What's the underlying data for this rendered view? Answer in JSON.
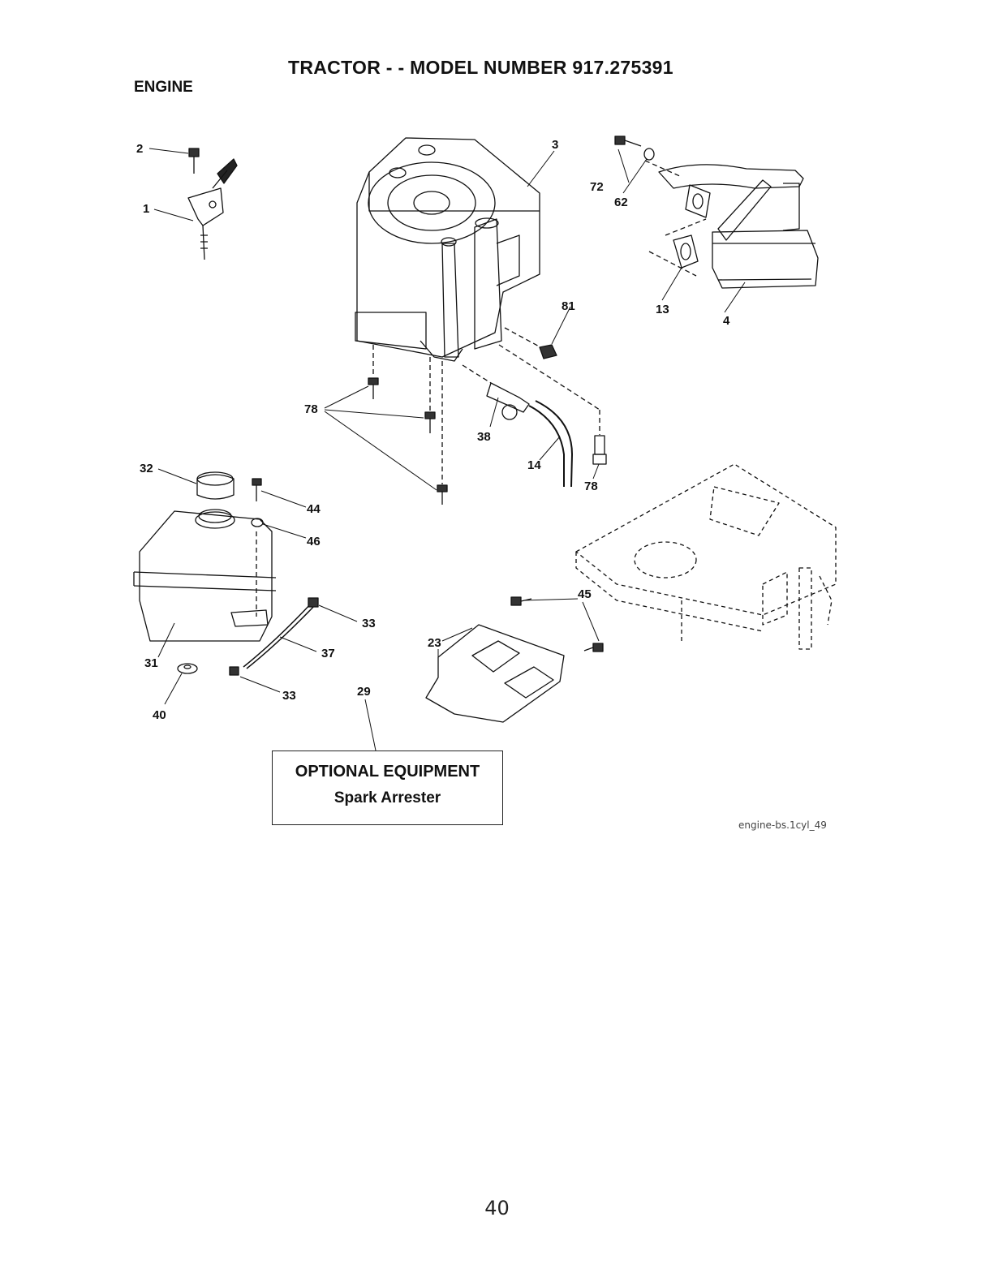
{
  "header": {
    "title": "TRACTOR - - MODEL NUMBER  917.275391",
    "section": "ENGINE"
  },
  "callouts": [
    {
      "id": "c1",
      "label": "1"
    },
    {
      "id": "c2",
      "label": "2"
    },
    {
      "id": "c3",
      "label": "3"
    },
    {
      "id": "c4",
      "label": "4"
    },
    {
      "id": "c13",
      "label": "13"
    },
    {
      "id": "c14",
      "label": "14"
    },
    {
      "id": "c23",
      "label": "23"
    },
    {
      "id": "c29",
      "label": "29"
    },
    {
      "id": "c31",
      "label": "31"
    },
    {
      "id": "c32",
      "label": "32"
    },
    {
      "id": "c33a",
      "label": "33"
    },
    {
      "id": "c33b",
      "label": "33"
    },
    {
      "id": "c37",
      "label": "37"
    },
    {
      "id": "c38",
      "label": "38"
    },
    {
      "id": "c40",
      "label": "40"
    },
    {
      "id": "c44",
      "label": "44"
    },
    {
      "id": "c45",
      "label": "45"
    },
    {
      "id": "c46",
      "label": "46"
    },
    {
      "id": "c62",
      "label": "62"
    },
    {
      "id": "c72",
      "label": "72"
    },
    {
      "id": "c78a",
      "label": "78"
    },
    {
      "id": "c78b",
      "label": "78"
    },
    {
      "id": "c81",
      "label": "81"
    }
  ],
  "optional_box": {
    "title": "OPTIONAL EQUIPMENT",
    "subtitle": "Spark Arrester"
  },
  "figure_id": "engine-bs.1cyl_49",
  "page_number": "40"
}
